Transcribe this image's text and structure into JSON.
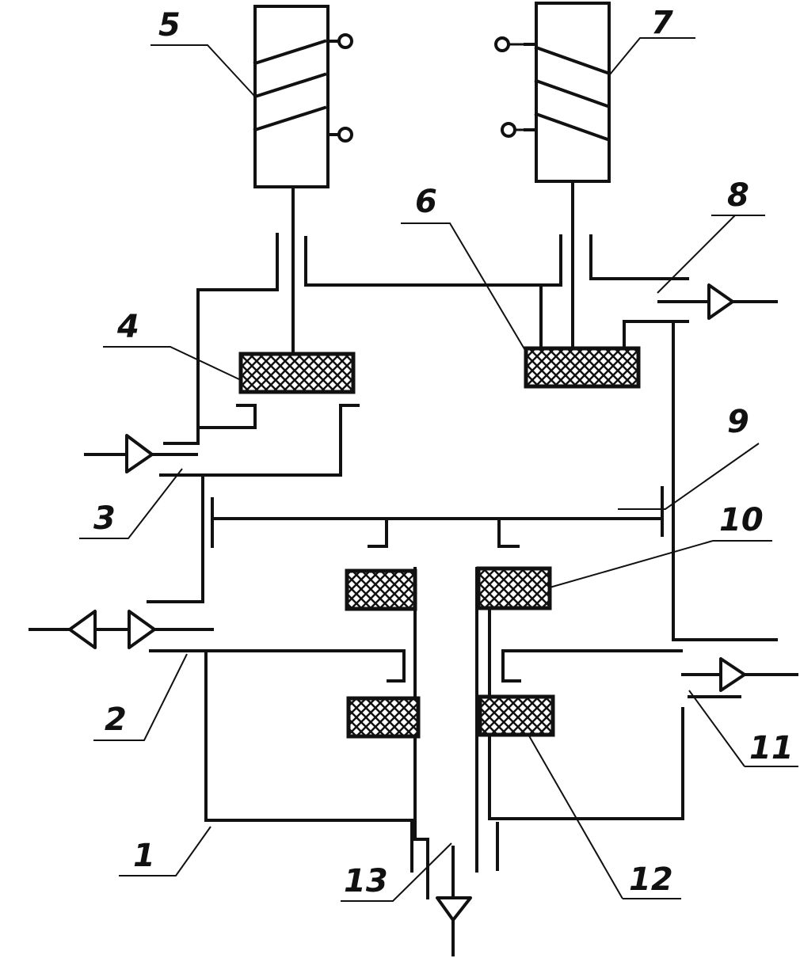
{
  "labels": {
    "l1": "1",
    "l2": "2",
    "l3": "3",
    "l4": "4",
    "l5": "5",
    "l6": "6",
    "l7": "7",
    "l8": "8",
    "l9": "9",
    "l10": "10",
    "l11": "11",
    "l12": "12",
    "l13": "13"
  },
  "colors": {
    "ink": "#111111",
    "paper": "#ffffff"
  }
}
